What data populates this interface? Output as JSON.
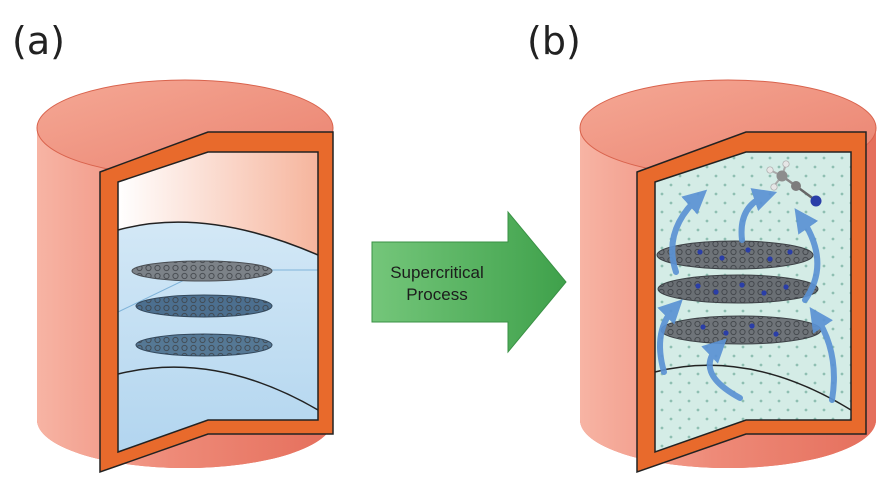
{
  "panels": {
    "a": {
      "label": "(a)"
    },
    "b": {
      "label": "(b)"
    }
  },
  "arrow": {
    "line1": "Supercritical",
    "line2": "Process"
  },
  "colors": {
    "vessel_body": "#ee8a78",
    "vessel_top": "#f19a86",
    "vessel_rim": "#e86a2c",
    "liquid": "#bcdcf2",
    "vapor": "#fbd2c2",
    "supercritical_fluid": "#d4ece6",
    "graphene": "#6d7278",
    "flow_arrow": "#5b92d4",
    "process_arrow": "#4aad55"
  }
}
